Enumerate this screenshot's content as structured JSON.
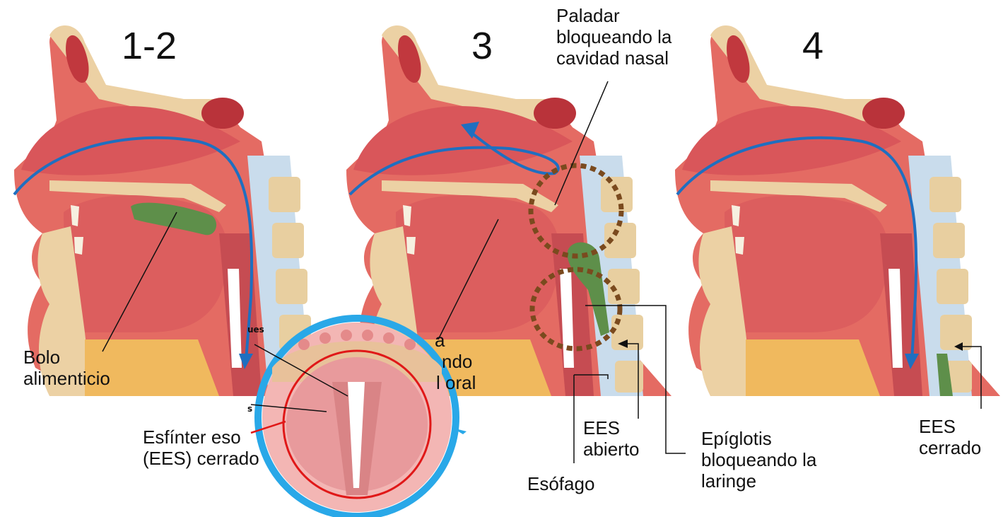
{
  "panels": [
    {
      "number": "1-2"
    },
    {
      "number": "3"
    },
    {
      "number": "4"
    }
  ],
  "labels": {
    "bolo": [
      "Bolo",
      "alimenticio"
    ],
    "paladar": [
      "Paladar",
      "bloqueando la",
      "cavidad nasal"
    ],
    "lengua_fragment": [
      "a",
      "ndo",
      "l oral"
    ],
    "esfinter": [
      "Esfínter eso",
      "(EES) cerrado"
    ],
    "ees_abierto": [
      "EES",
      "abierto"
    ],
    "esofago": "Esófago",
    "epiglotis": [
      "Epíglotis",
      "bloqueando la",
      "laringe"
    ],
    "ees_cerrado": [
      "EES",
      "cerrado"
    ],
    "tiny_top": "ues",
    "tiny_left": "s"
  },
  "colors": {
    "flow_arrow": "#1f6fc0",
    "bolus": "#5e8f4a",
    "highlight_circle": "#7a4a1e",
    "inset_ring": "#29a8e8",
    "inset_outline": "#e01818"
  }
}
